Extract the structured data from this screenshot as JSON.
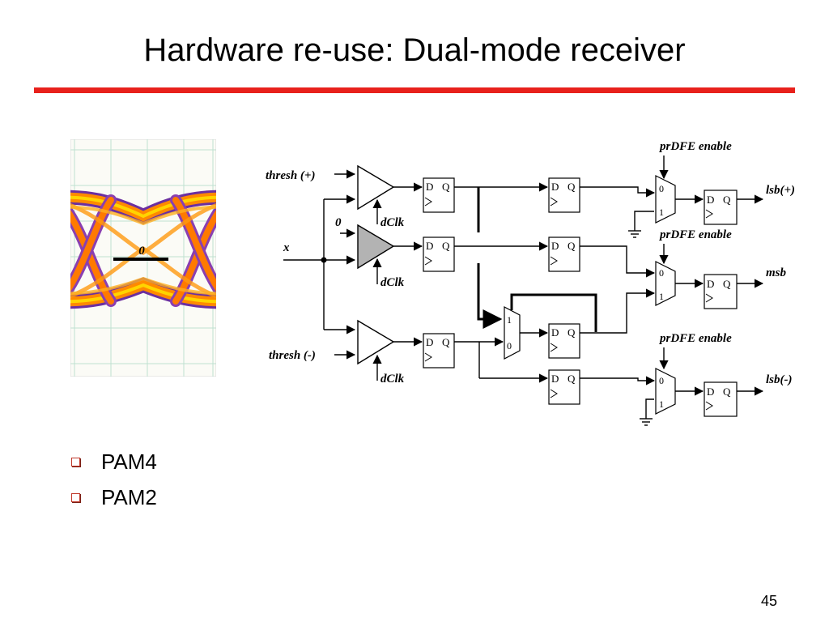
{
  "slide": {
    "title": "Hardware re-use: Dual-mode receiver",
    "page_number": "45"
  },
  "eye_diagram": {
    "zero_label": "0"
  },
  "circuit": {
    "input_labels": {
      "thresh_pos": "thresh (+)",
      "zero": "0",
      "x": "x",
      "thresh_neg": "thresh (-)"
    },
    "clock_label": "dClk",
    "flipflop": {
      "d": "D",
      "q": "Q"
    },
    "mux": {
      "zero": "0",
      "one": "1"
    },
    "enable_label": "prDFE enable",
    "outputs": {
      "lsb_pos": "lsb(+)",
      "msb": "msb",
      "lsb_neg": "lsb(-)"
    }
  },
  "bullets": [
    "PAM4",
    "PAM2"
  ],
  "colors": {
    "title_rule": "#e8211c",
    "bullet": "#c0392b",
    "comparator_fill_middle": "#b3b3b3"
  }
}
